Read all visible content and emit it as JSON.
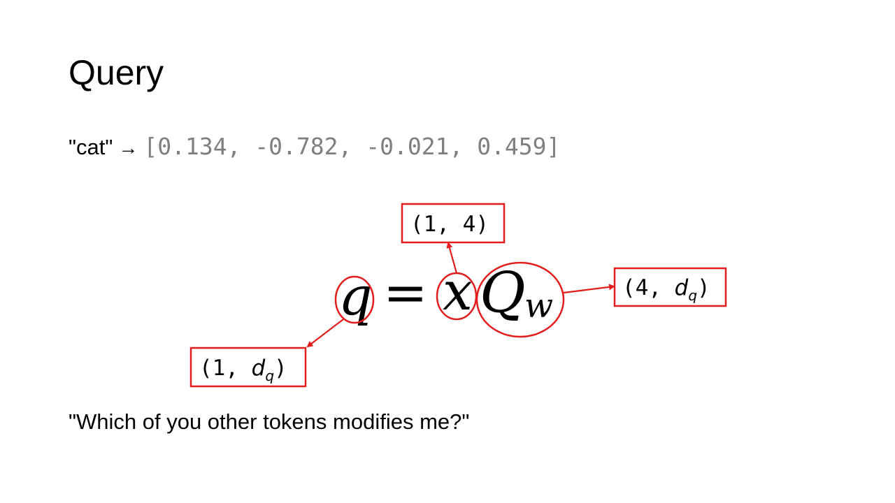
{
  "slide": {
    "title": "Query",
    "token": "\"cat\"",
    "arrow": "→",
    "vector": "[0.134, -0.782, -0.021, 0.459]",
    "caption": "\"Which of you other tokens modifies me?\""
  },
  "equation": {
    "lhs": "q",
    "equals": "=",
    "input": "x",
    "weight": "Q",
    "weight_subscript": "w"
  },
  "annotations": {
    "input_shape": "(1, 4)",
    "weight_shape_prefix": "(4, ",
    "weight_shape_var": "d",
    "weight_shape_sub": "q",
    "weight_shape_suffix": ")",
    "output_shape_prefix": "(1, ",
    "output_shape_var": "d",
    "output_shape_sub": "q",
    "output_shape_suffix": ")"
  },
  "colors": {
    "annotation": "#e31c1c",
    "vector_text": "#7f7f7f"
  }
}
